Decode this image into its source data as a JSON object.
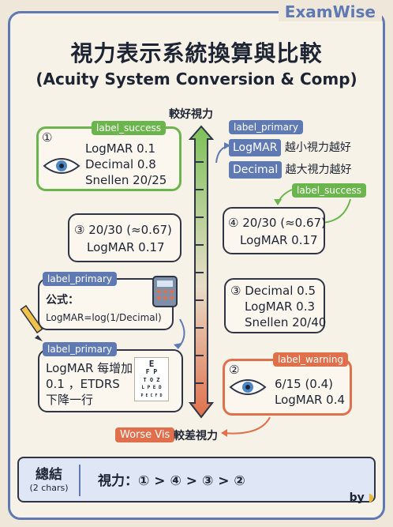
{
  "brand": "ExamWise",
  "title": "視力表示系統換算與比較",
  "subtitle": "(Acuity System Conversion & Comp)",
  "axis": {
    "top": "較好視力",
    "bottom": "較差視力",
    "bottom_tag": "Worse Vis"
  },
  "card1": {
    "tag": "label_success",
    "index": "①",
    "lines": [
      "LogMAR 0.1",
      "Decimal 0.8",
      "Snellen  20/25"
    ]
  },
  "legend": {
    "tag": "label_primary",
    "items": [
      {
        "pill": "LogMAR",
        "text": "越小視力越好"
      },
      {
        "pill": "Decimal",
        "text": "越大視力越好"
      }
    ]
  },
  "card2": {
    "lines": [
      "③ 20/30 (≈0.67)",
      "LogMAR 0.17"
    ]
  },
  "card3": {
    "tag": "label_success",
    "lines": [
      "④ 20/30 (≈0.67)",
      "LogMAR 0.17"
    ]
  },
  "formula": {
    "tag": "label_primary",
    "lines": [
      "公式：",
      "LogMAR=log(1/Decimal)"
    ]
  },
  "card4": {
    "lines": [
      "③ Decimal 0.5",
      "LogMAR 0.3",
      "Snellen 20/40"
    ]
  },
  "etdrs": {
    "tag": "label_primary",
    "lines": [
      "LogMAR 每增加",
      "0.1 ，ETDRS",
      "下降一行"
    ],
    "chart_rows": [
      "E",
      "F P",
      "T O Z",
      "L P E D",
      "P E C F D"
    ]
  },
  "card5": {
    "tag": "label_warning",
    "index": "②",
    "lines": [
      "6/15 (0.4)",
      "LogMAR 0.4"
    ]
  },
  "summary": {
    "head": "總結",
    "head_sub": "(2 chars)",
    "body": "視力：① > ④ > ③ > ②"
  },
  "byline": "by",
  "colors": {
    "accent": "#5f79b3",
    "success": "#6bb54d",
    "warning": "#e0704b"
  }
}
